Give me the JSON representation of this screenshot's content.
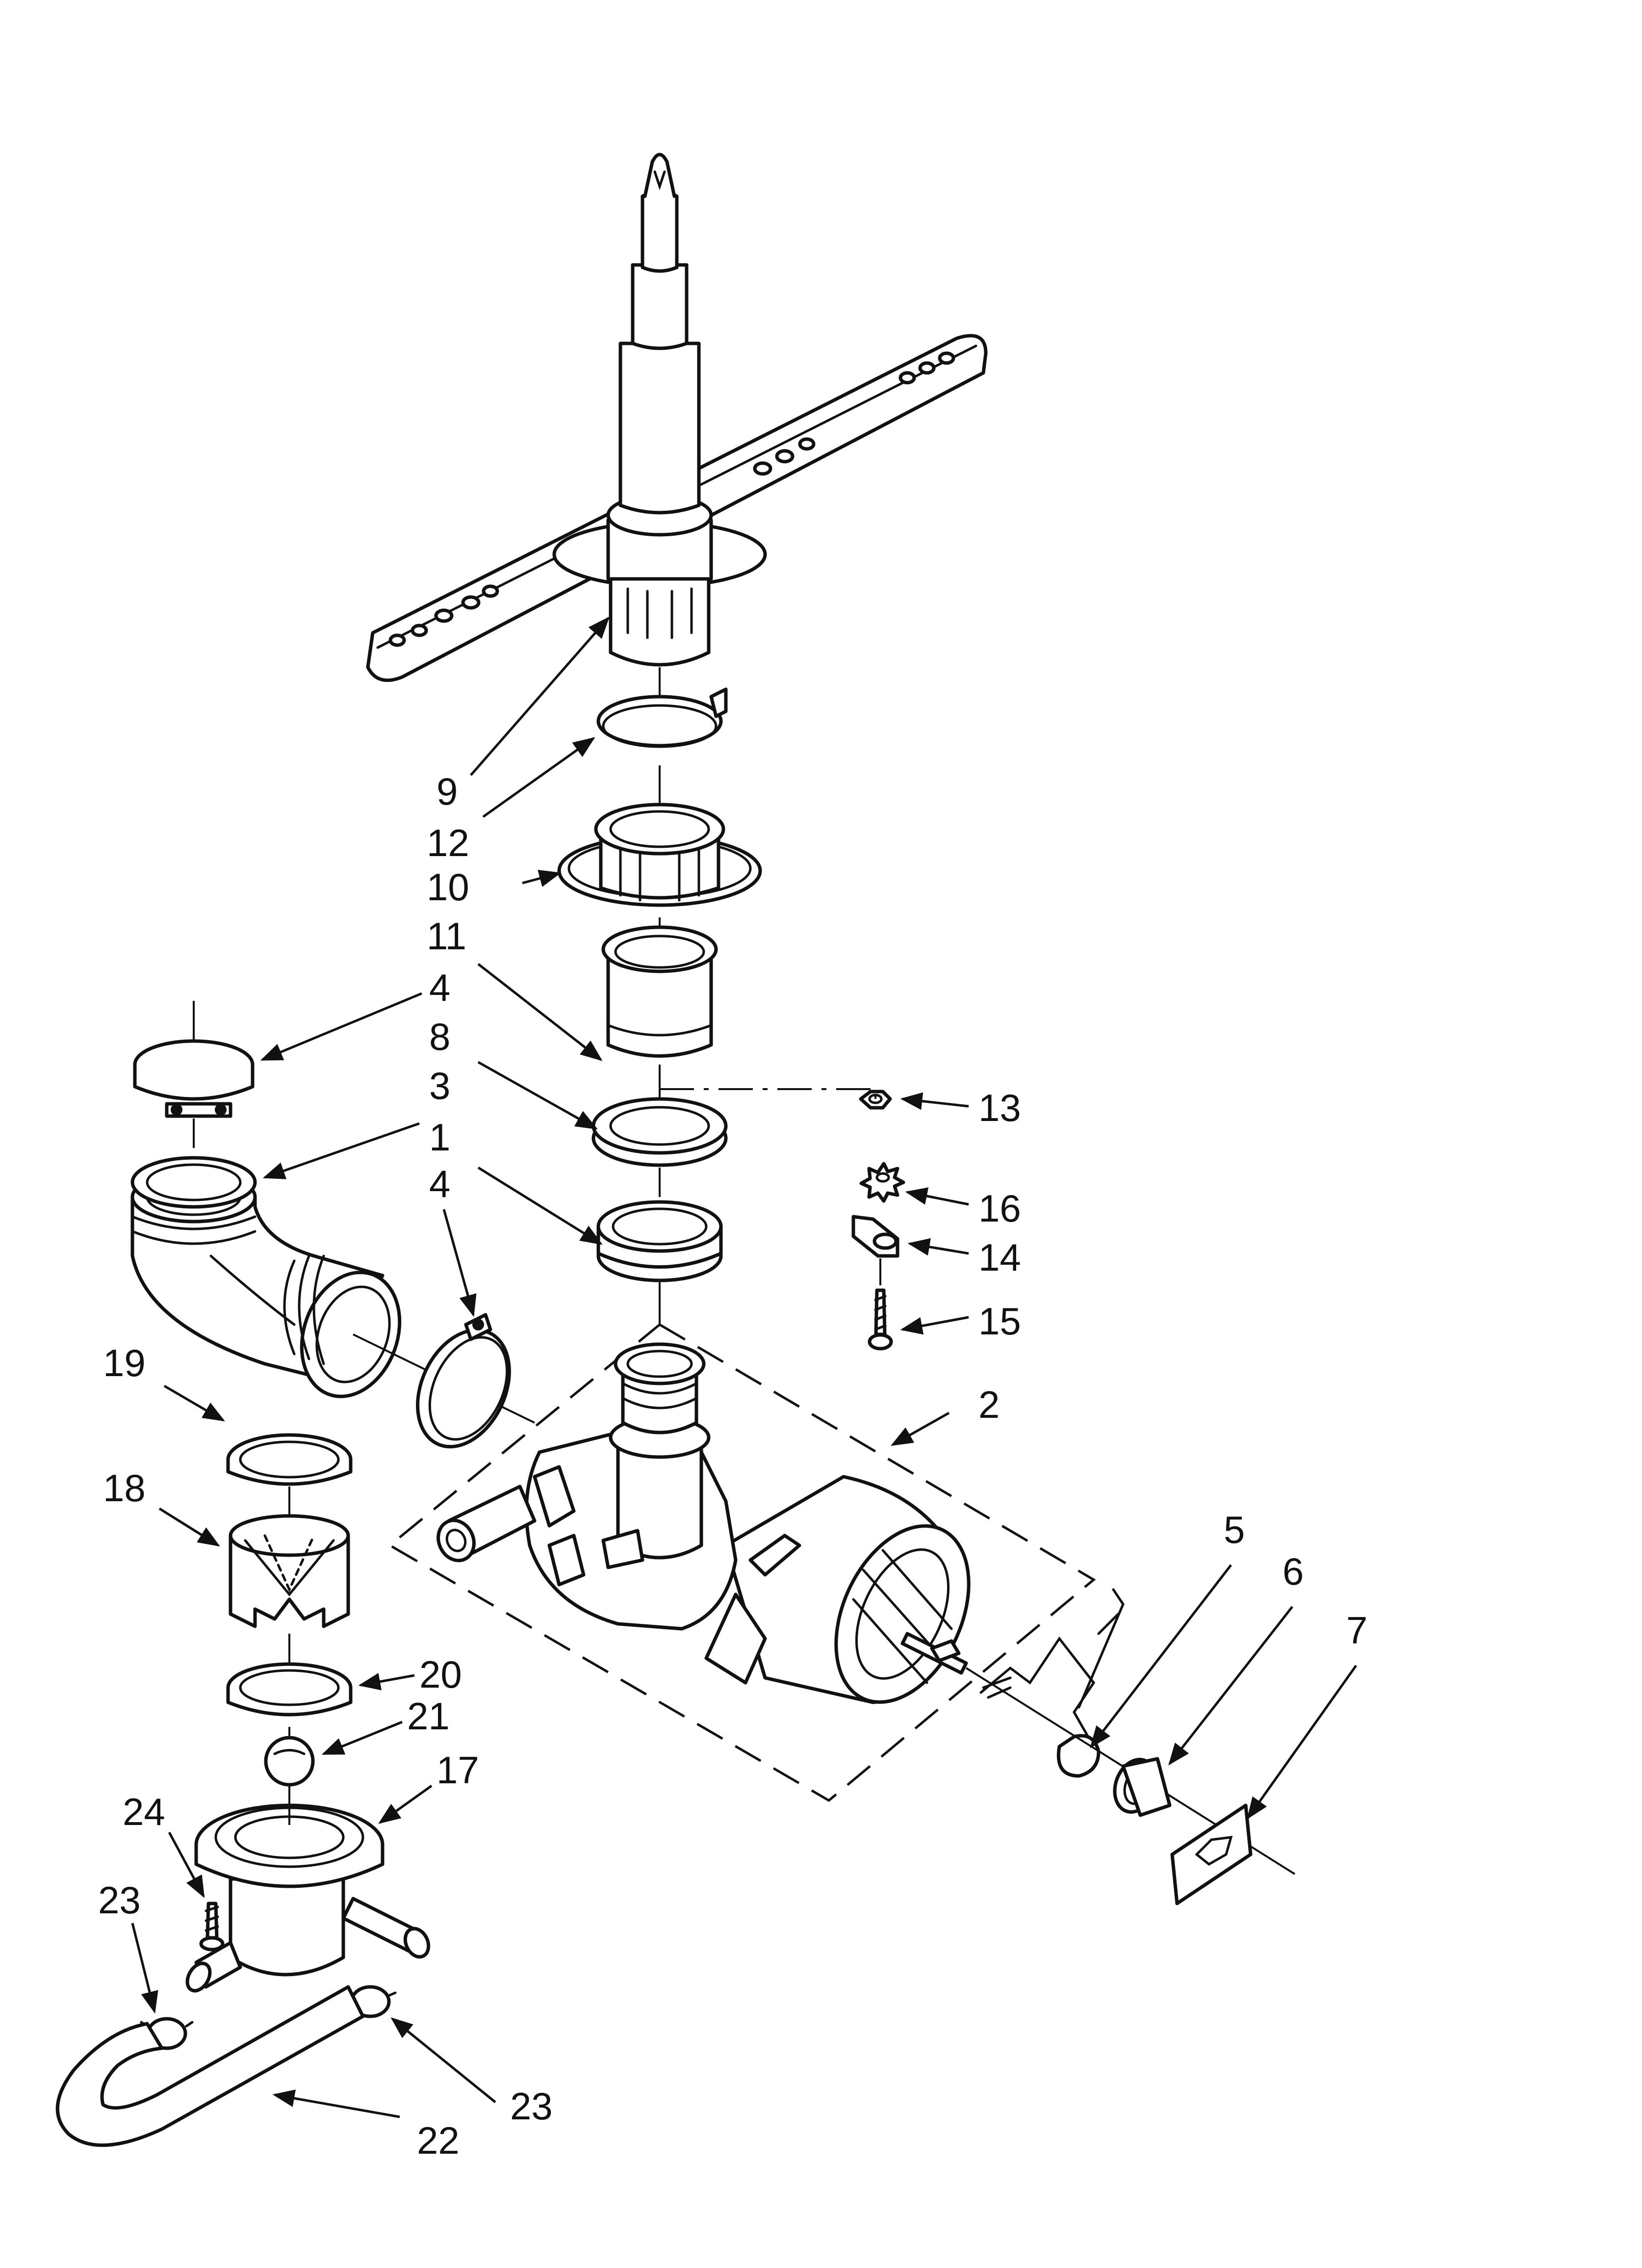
{
  "callouts": [
    {
      "id": "c9",
      "text": "9"
    },
    {
      "id": "c12",
      "text": "12"
    },
    {
      "id": "c10",
      "text": "10"
    },
    {
      "id": "c11",
      "text": "11"
    },
    {
      "id": "c4a",
      "text": "4"
    },
    {
      "id": "c8",
      "text": "8"
    },
    {
      "id": "c3",
      "text": "3"
    },
    {
      "id": "c1",
      "text": "1"
    },
    {
      "id": "c4b",
      "text": "4"
    },
    {
      "id": "c13",
      "text": "13"
    },
    {
      "id": "c16",
      "text": "16"
    },
    {
      "id": "c14",
      "text": "14"
    },
    {
      "id": "c15",
      "text": "15"
    },
    {
      "id": "c2",
      "text": "2"
    },
    {
      "id": "c19",
      "text": "19"
    },
    {
      "id": "c18",
      "text": "18"
    },
    {
      "id": "c5",
      "text": "5"
    },
    {
      "id": "c6",
      "text": "6"
    },
    {
      "id": "c7",
      "text": "7"
    },
    {
      "id": "c20",
      "text": "20"
    },
    {
      "id": "c21",
      "text": "21"
    },
    {
      "id": "c17",
      "text": "17"
    },
    {
      "id": "c24",
      "text": "24"
    },
    {
      "id": "c23a",
      "text": "23"
    },
    {
      "id": "c23b",
      "text": "23"
    },
    {
      "id": "c22",
      "text": "22"
    }
  ],
  "colors": {
    "ink": "#111111",
    "paper": "#ffffff"
  }
}
